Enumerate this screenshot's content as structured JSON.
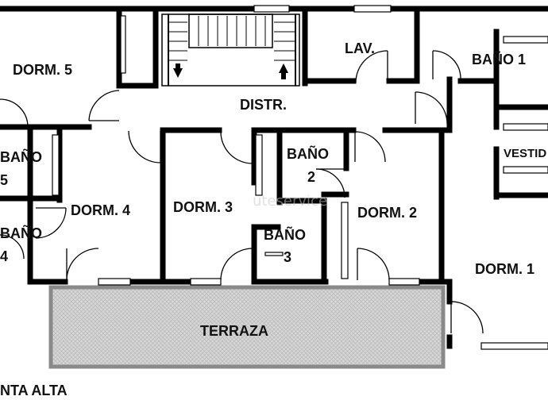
{
  "rooms": {
    "dorm5": "DORM. 5",
    "lav": "LAV.",
    "bano1": "BAÑO 1",
    "distr": "DISTR.",
    "bano5_a": "BAÑO",
    "bano5_b": "5",
    "vestid": "VESTID",
    "bano2_a": "BAÑO",
    "bano2_b": "2",
    "dorm4": "DORM. 4",
    "dorm3": "DORM. 3",
    "dorm2": "DORM. 2",
    "bano4_a": "BAÑO",
    "bano4_b": "4",
    "bano3_a": "BAÑO",
    "bano3_b": "3",
    "dorm1": "DORM. 1",
    "terraza": "TERRAZA"
  },
  "caption": "NTA ALTA",
  "watermark": "uteservice",
  "colors": {
    "wall": "#000000",
    "terrace_fill": "#d4d4d4",
    "terrace_border": "#8a8a8a",
    "background": "#ffffff"
  }
}
